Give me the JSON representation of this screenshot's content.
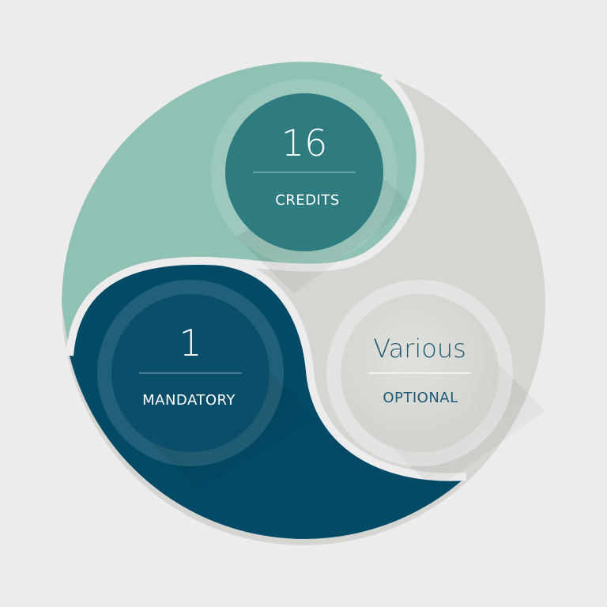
{
  "segments": [
    {
      "value": "16",
      "label": "CREDITS",
      "color": "#8fc1b4",
      "badge_color": "#2f7c80",
      "text_color": "#ffffff"
    },
    {
      "value": "1",
      "label": "MANDATORY",
      "color": "#024a66",
      "badge_color": "#0a4e6a",
      "text_color": "#ffffff"
    },
    {
      "value": "Various",
      "label": "OPTIONAL",
      "color": "#d5d5d2",
      "badge_color": "#d9d9d6",
      "text_color": "#1e5b73"
    }
  ],
  "background_color": "#ececec"
}
